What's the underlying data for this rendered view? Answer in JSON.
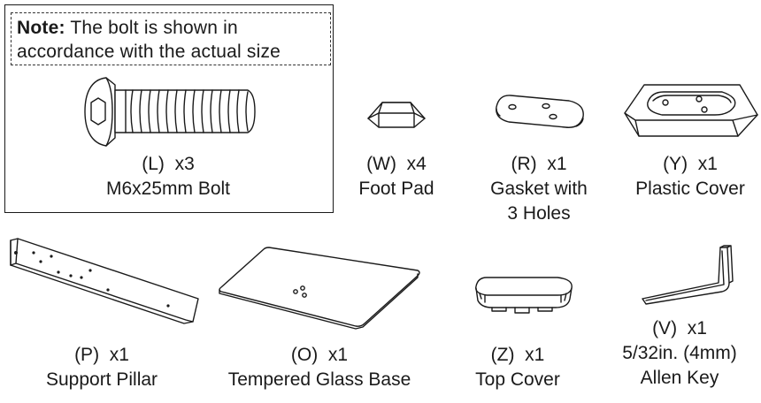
{
  "note": {
    "label": "Note:",
    "text_line1": " The bolt is shown in",
    "text_line2": "accordance with the actual size"
  },
  "parts": [
    {
      "id": "L",
      "code": "(L)",
      "qty": "x3",
      "name_lines": [
        "M6x25mm Bolt"
      ],
      "icon": "bolt-icon"
    },
    {
      "id": "W",
      "code": "(W)",
      "qty": "x4",
      "name_lines": [
        "Foot Pad"
      ],
      "icon": "foot-pad-icon"
    },
    {
      "id": "R",
      "code": "(R)",
      "qty": "x1",
      "name_lines": [
        "Gasket with",
        "3 Holes"
      ],
      "icon": "gasket-icon"
    },
    {
      "id": "Y",
      "code": "(Y)",
      "qty": "x1",
      "name_lines": [
        "Plastic Cover"
      ],
      "icon": "plastic-cover-icon"
    },
    {
      "id": "P",
      "code": "(P)",
      "qty": "x1",
      "name_lines": [
        "Support Pillar"
      ],
      "icon": "support-pillar-icon"
    },
    {
      "id": "O",
      "code": "(O)",
      "qty": "x1",
      "name_lines": [
        "Tempered Glass Base"
      ],
      "icon": "glass-base-icon"
    },
    {
      "id": "Z",
      "code": "(Z)",
      "qty": "x1",
      "name_lines": [
        "Top Cover"
      ],
      "icon": "top-cover-icon"
    },
    {
      "id": "V",
      "code": "(V)",
      "qty": "x1",
      "name_lines": [
        "5/32in. (4mm)",
        "Allen Key"
      ],
      "icon": "allen-key-icon"
    }
  ]
}
